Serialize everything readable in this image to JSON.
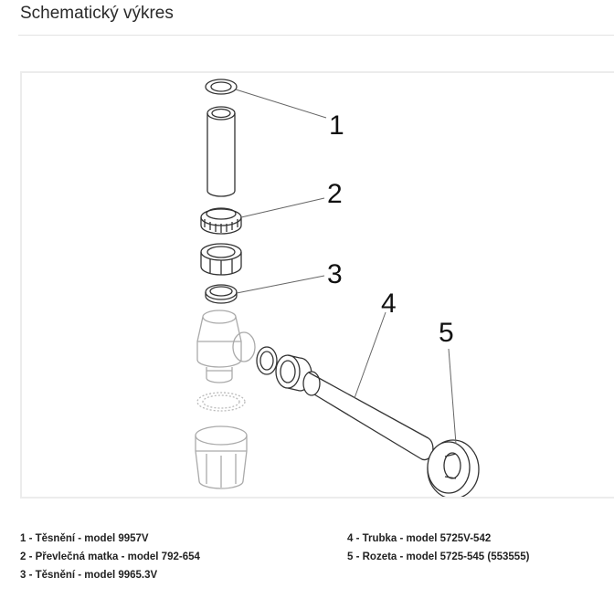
{
  "page": {
    "title": "Schematický výkres"
  },
  "diagram": {
    "callouts": [
      "1",
      "2",
      "3",
      "4",
      "5"
    ]
  },
  "legend": {
    "left": [
      "1 - Těsnění - model 9957V",
      "2 - Převlečná matka - model 792-654",
      "3 - Těsnění - model 9965.3V"
    ],
    "right": [
      "4 - Trubka - model 5725V-542",
      "5 - Rozeta - model 5725-545 (553555)"
    ]
  }
}
